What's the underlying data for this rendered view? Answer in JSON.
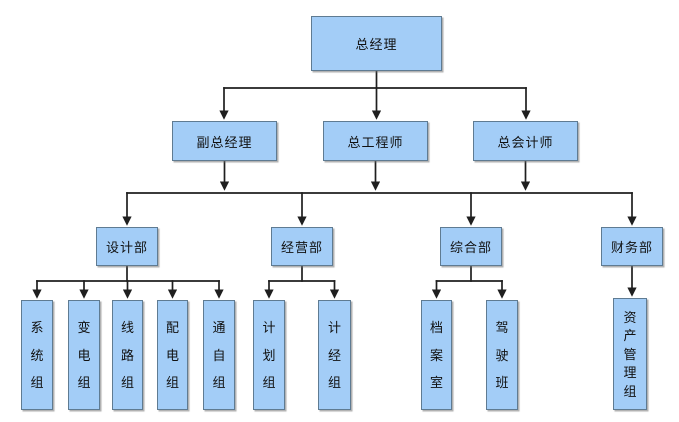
{
  "org_chart": {
    "colors": {
      "box-fill": "#a3cdf7",
      "box-border": "#5f7b92",
      "line-color": "#1f1f1f",
      "text-color": "#111111",
      "bg": "#ffffff"
    },
    "nodes": {
      "general_manager": {
        "label": "总经理"
      },
      "deputy_general_manager": {
        "label": "副总经理"
      },
      "chief_engineer": {
        "label": "总工程师"
      },
      "chief_accountant": {
        "label": "总会计师"
      },
      "design_dept": {
        "label": "设计部"
      },
      "operations_dept": {
        "label": "经营部"
      },
      "general_affairs_dept": {
        "label": "综合部"
      },
      "finance_dept": {
        "label": "财务部"
      },
      "system_group": {
        "label": "系统组"
      },
      "substation_group": {
        "label": "变电组"
      },
      "line_group": {
        "label": "线路组"
      },
      "distribution_group": {
        "label": "配电组"
      },
      "comm_auto_group": {
        "label": "通自组"
      },
      "planning_group": {
        "label": "计划组"
      },
      "plan_econ_group": {
        "label": "计经组"
      },
      "archives_room": {
        "label": "档案室"
      },
      "driving_team": {
        "label": "驾驶班"
      },
      "asset_mgmt_group": {
        "label": "资产管理组"
      }
    },
    "hierarchy": {
      "root": "general_manager",
      "level2": [
        "deputy_general_manager",
        "chief_engineer",
        "chief_accountant"
      ],
      "departments": [
        "design_dept",
        "operations_dept",
        "general_affairs_dept",
        "finance_dept"
      ],
      "department_children": {
        "design_dept": [
          "system_group",
          "substation_group",
          "line_group",
          "distribution_group",
          "comm_auto_group"
        ],
        "operations_dept": [
          "planning_group",
          "plan_econ_group"
        ],
        "general_affairs_dept": [
          "archives_room",
          "driving_team"
        ],
        "finance_dept": [
          "asset_mgmt_group"
        ]
      }
    }
  }
}
